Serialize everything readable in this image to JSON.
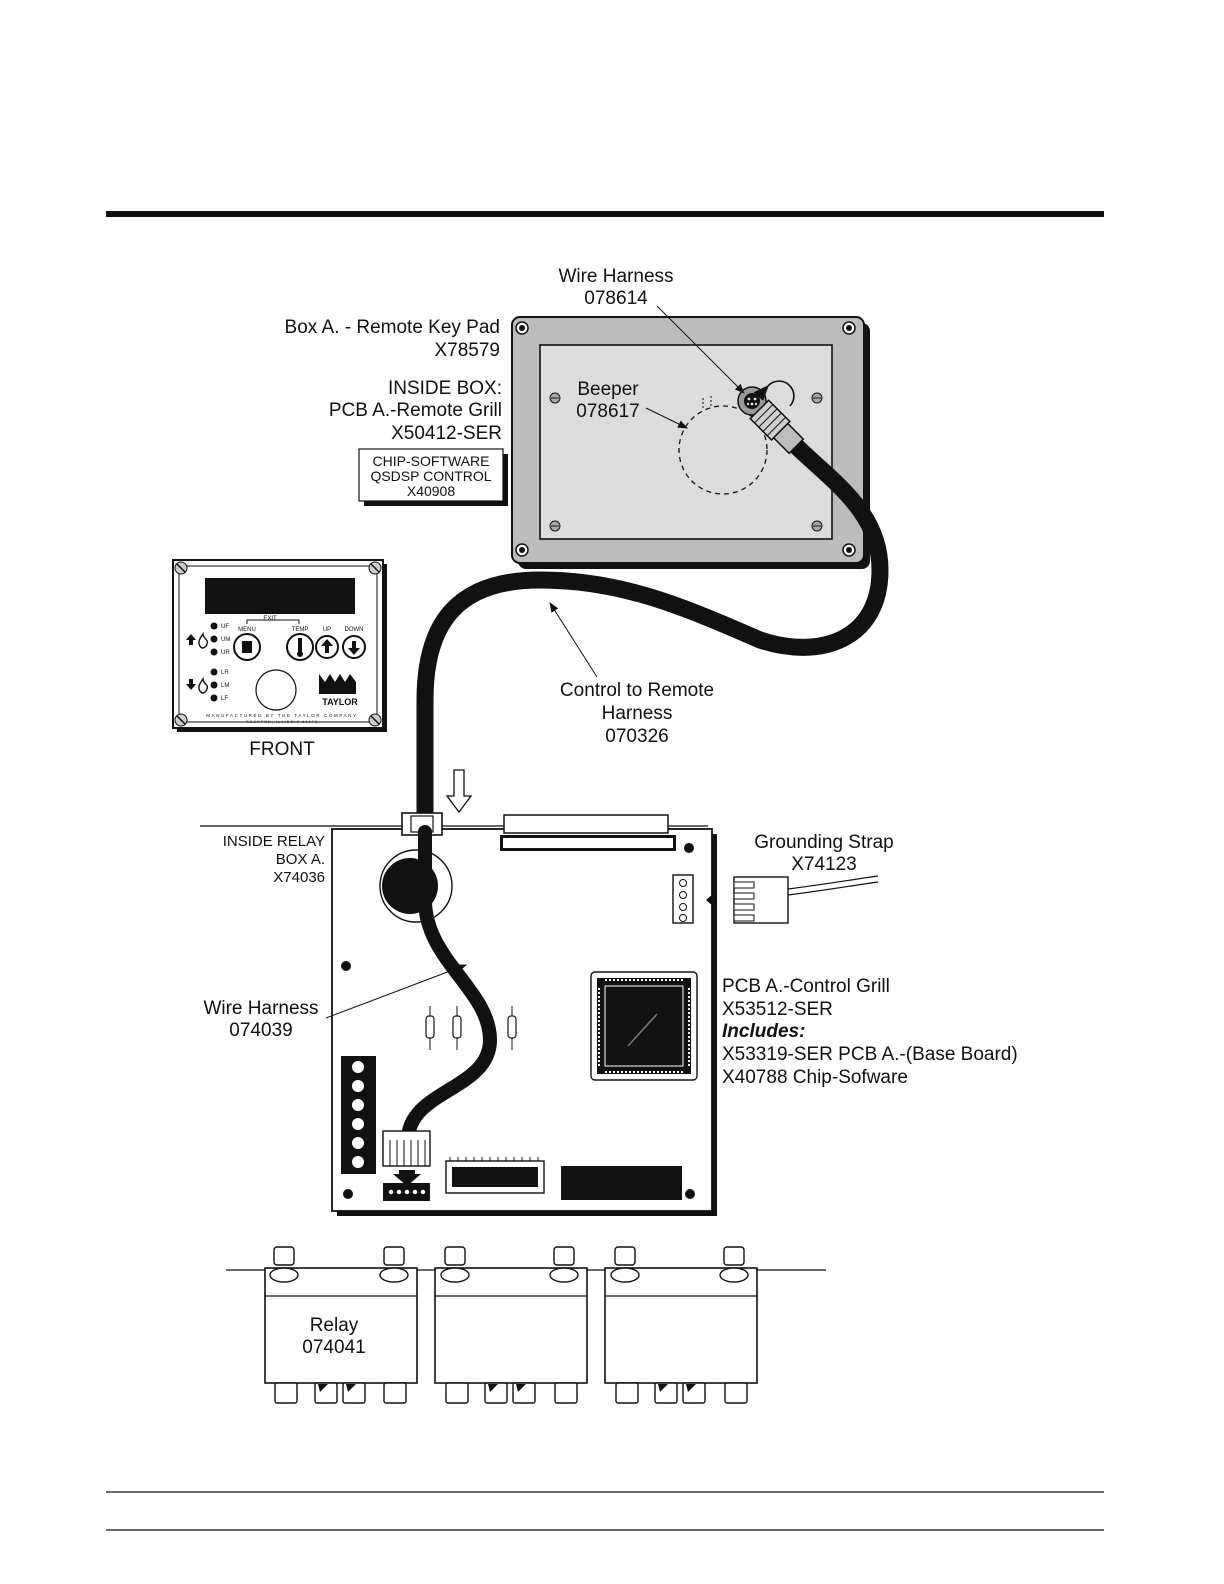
{
  "labels": {
    "wire_harness_top": [
      "Wire Harness",
      "078614"
    ],
    "box_a": [
      "Box A. - Remote Key Pad",
      "X78579"
    ],
    "inside_box": [
      "INSIDE BOX:",
      "PCB A.-Remote Grill",
      "X50412-SER"
    ],
    "chip_software": [
      "CHIP-SOFTWARE",
      "QSDSP  CONTROL",
      "X40908"
    ],
    "beeper": [
      "Beeper",
      "078617"
    ],
    "front": "FRONT",
    "control_harness": [
      "Control to Remote",
      "Harness",
      "070326"
    ],
    "inside_relay_box": [
      "INSIDE RELAY",
      "BOX A.",
      "X74036"
    ],
    "grounding_strap": [
      "Grounding Strap",
      "X74123"
    ],
    "wire_harness_bottom": [
      "Wire Harness",
      "074039"
    ],
    "pcb_control": [
      "PCB A.-Control Grill",
      "X53512-SER"
    ],
    "includes": "Includes:",
    "pcb_includes_items": [
      "X53319-SER PCB A.-(Base Board)",
      "X40788 Chip-Sofware"
    ],
    "relay": [
      "Relay",
      "074041"
    ]
  },
  "keypad_front": {
    "exit": "EXIT",
    "buttons": [
      "MENU",
      "TEMP",
      "UP",
      "DOWN"
    ],
    "upper_leds": [
      "UF",
      "UM",
      "UR"
    ],
    "lower_leds": [
      "LR",
      "LM",
      "LF"
    ],
    "brand": "TAYLOR",
    "footer_line1": "MANUFACTURED BY THE TAYLOR COMPANY",
    "footer_line2": "ROCKTON, ILLINOIS 61072"
  },
  "colors": {
    "ink": "#111111",
    "panel": "#bdbdbd",
    "panel_light": "#dedede",
    "paper": "#ffffff"
  }
}
